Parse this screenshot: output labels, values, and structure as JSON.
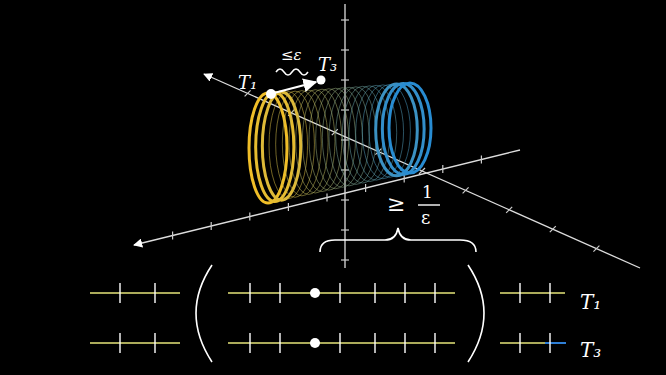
{
  "diagram": {
    "labels": [
      "T₁",
      "≤ε",
      "T₃",
      "≥",
      "1",
      "ε",
      "T₁",
      "T₃"
    ]
  }
}
